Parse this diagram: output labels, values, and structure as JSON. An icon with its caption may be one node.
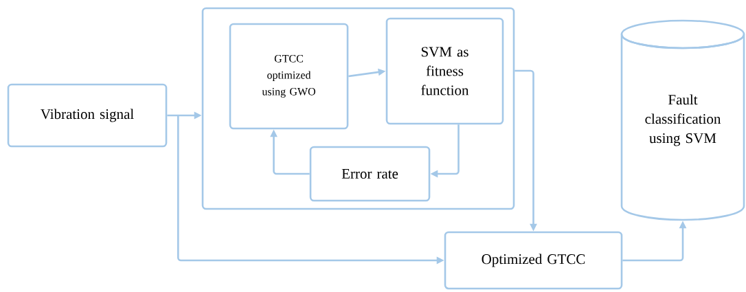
{
  "diagram": {
    "nodes": [
      {
        "text": [
          "Vibration signal"
        ]
      },
      {
        "text": [],
        "shape": "box"
      },
      {
        "text": [
          "GTCC optimized using GWO"
        ],
        "in": 1
      },
      {
        "text": [
          "SVM as fitness function"
        ],
        "in": 1
      },
      {
        "text": [
          "Error rate"
        ],
        "in": 1
      },
      {
        "text": [
          "Optimized GTCC"
        ]
      },
      {
        "text": [
          "Fault classification using SVM"
        ]
      }
    ],
    "edges": [
      {
        "from": 0,
        "to": 1,
        "arrow": "to"
      },
      {
        "from": 0,
        "to": 5,
        "arrow": "to"
      },
      {
        "from": 2,
        "to": 3,
        "arrow": "to"
      },
      {
        "from": 3,
        "to": 4,
        "arrow": "to"
      },
      {
        "from": 4,
        "to": 2,
        "arrow": "to"
      },
      {
        "from": 1,
        "to": 5,
        "arrow": "to"
      },
      {
        "from": 5,
        "to": 6,
        "arrow": "to"
      }
    ]
  }
}
